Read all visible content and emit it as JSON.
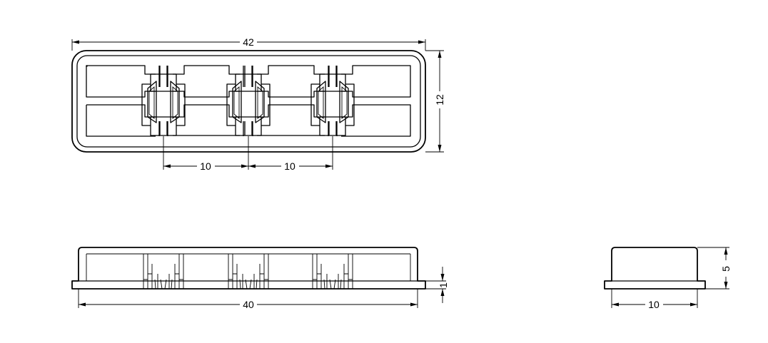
{
  "top_view": {
    "overall_length": "42",
    "height": "12",
    "pitch_1": "10",
    "pitch_2": "10"
  },
  "front_view": {
    "base_length": "40",
    "flange_thickness": "1"
  },
  "side_view": {
    "height": "5",
    "width": "10"
  }
}
